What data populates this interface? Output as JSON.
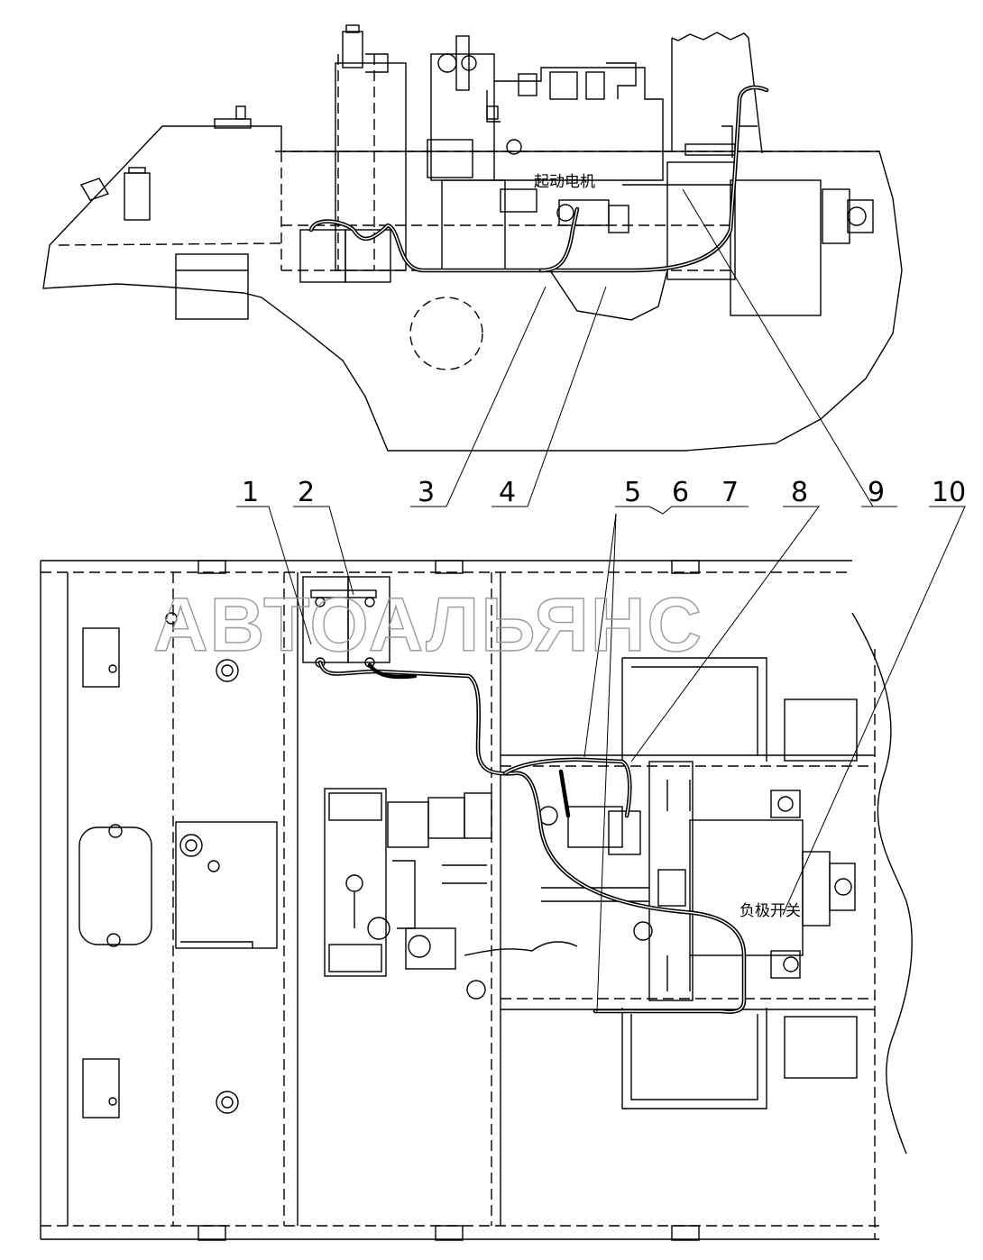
{
  "callouts": {
    "n1": "1",
    "n2": "2",
    "n3": "3",
    "n4": "4",
    "n5": "5",
    "n6": "6",
    "n7": "7",
    "n8": "8",
    "n9": "9",
    "n10": "10"
  },
  "labels": {
    "starter_motor": "起动电机",
    "negative_switch": "负极开关"
  },
  "watermark": "АВТОАЛЬЯНС"
}
